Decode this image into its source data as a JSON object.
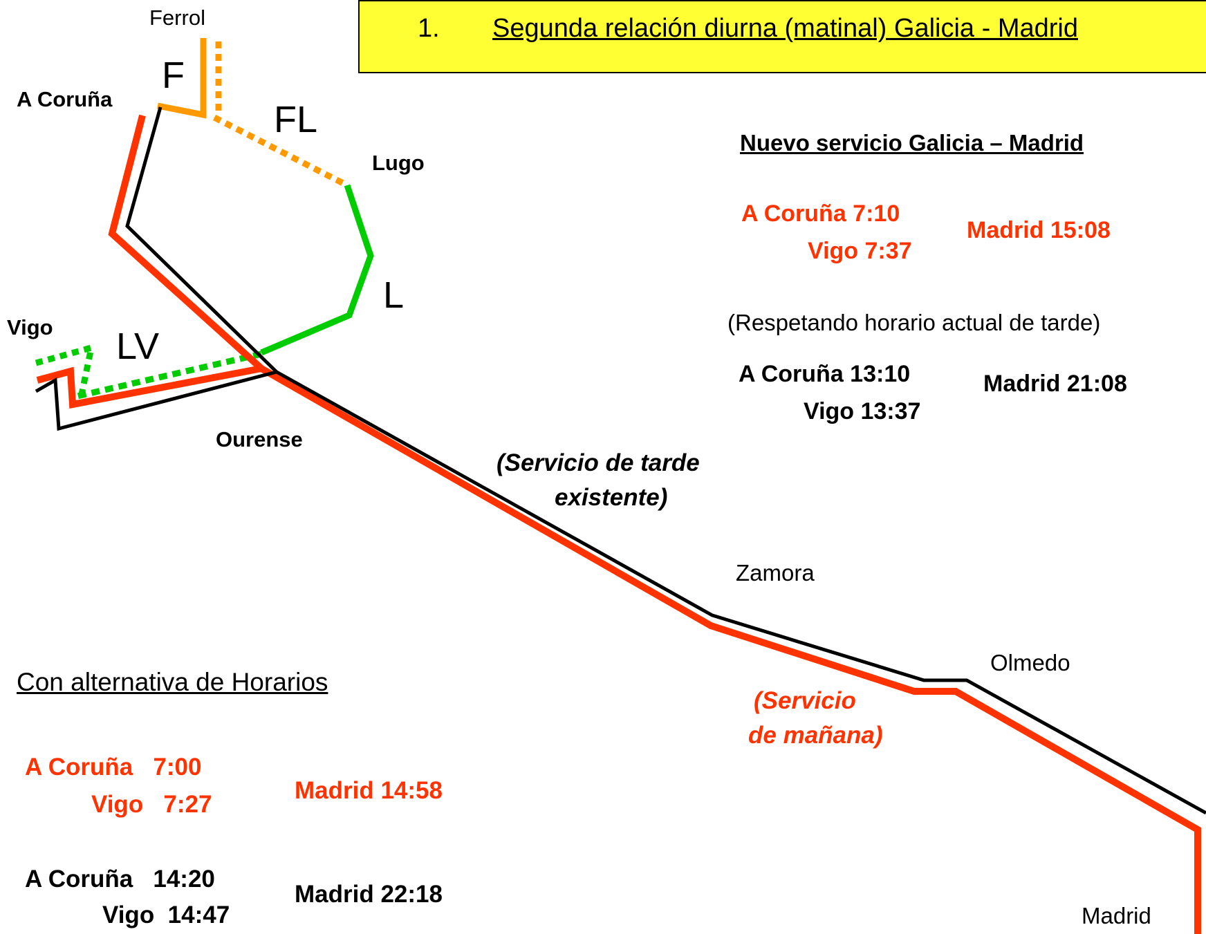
{
  "banner": {
    "number": "1.",
    "title": "Segunda relación diurna (matinal)  Galicia - Madrid"
  },
  "cities": {
    "ferrol": "Ferrol",
    "a_coruna": "A Coruña",
    "lugo": "Lugo",
    "vigo": "Vigo",
    "ourense": "Ourense",
    "zamora": "Zamora",
    "olmedo": "Olmedo",
    "madrid": "Madrid"
  },
  "segments": {
    "f": "F",
    "fl": "FL",
    "l": "L",
    "lv": "LV"
  },
  "annotations": {
    "afternoon_service": [
      "(Servicio de tarde",
      "existente)"
    ],
    "morning_service": [
      "(Servicio",
      "de mañana)"
    ]
  },
  "new_service": {
    "heading": "Nuevo servicio  Galicia – Madrid",
    "morning": {
      "origin1": "A Coruña 7:10",
      "origin2": "Vigo 7:37",
      "destination": "Madrid 15:08"
    },
    "note": "(Respetando horario actual de tarde)",
    "afternoon": {
      "origin1": "A Coruña 13:10",
      "origin2": "Vigo 13:37",
      "destination": "Madrid 21:08"
    }
  },
  "alternative": {
    "heading": "Con alternativa de Horarios",
    "morning": {
      "origin1": "A Coruña   7:00",
      "origin2": "Vigo   7:27",
      "destination": "Madrid 14:58"
    },
    "afternoon": {
      "origin1": "A Coruña   14:20",
      "origin2": "Vigo  14:47",
      "destination": "Madrid 22:18"
    }
  },
  "colors": {
    "morning_route": "#ff3300",
    "afternoon_route": "#000000",
    "ferrol_branch": "#ff9900",
    "lugo_branch": "#00cc00",
    "banner": "#ffff33"
  }
}
